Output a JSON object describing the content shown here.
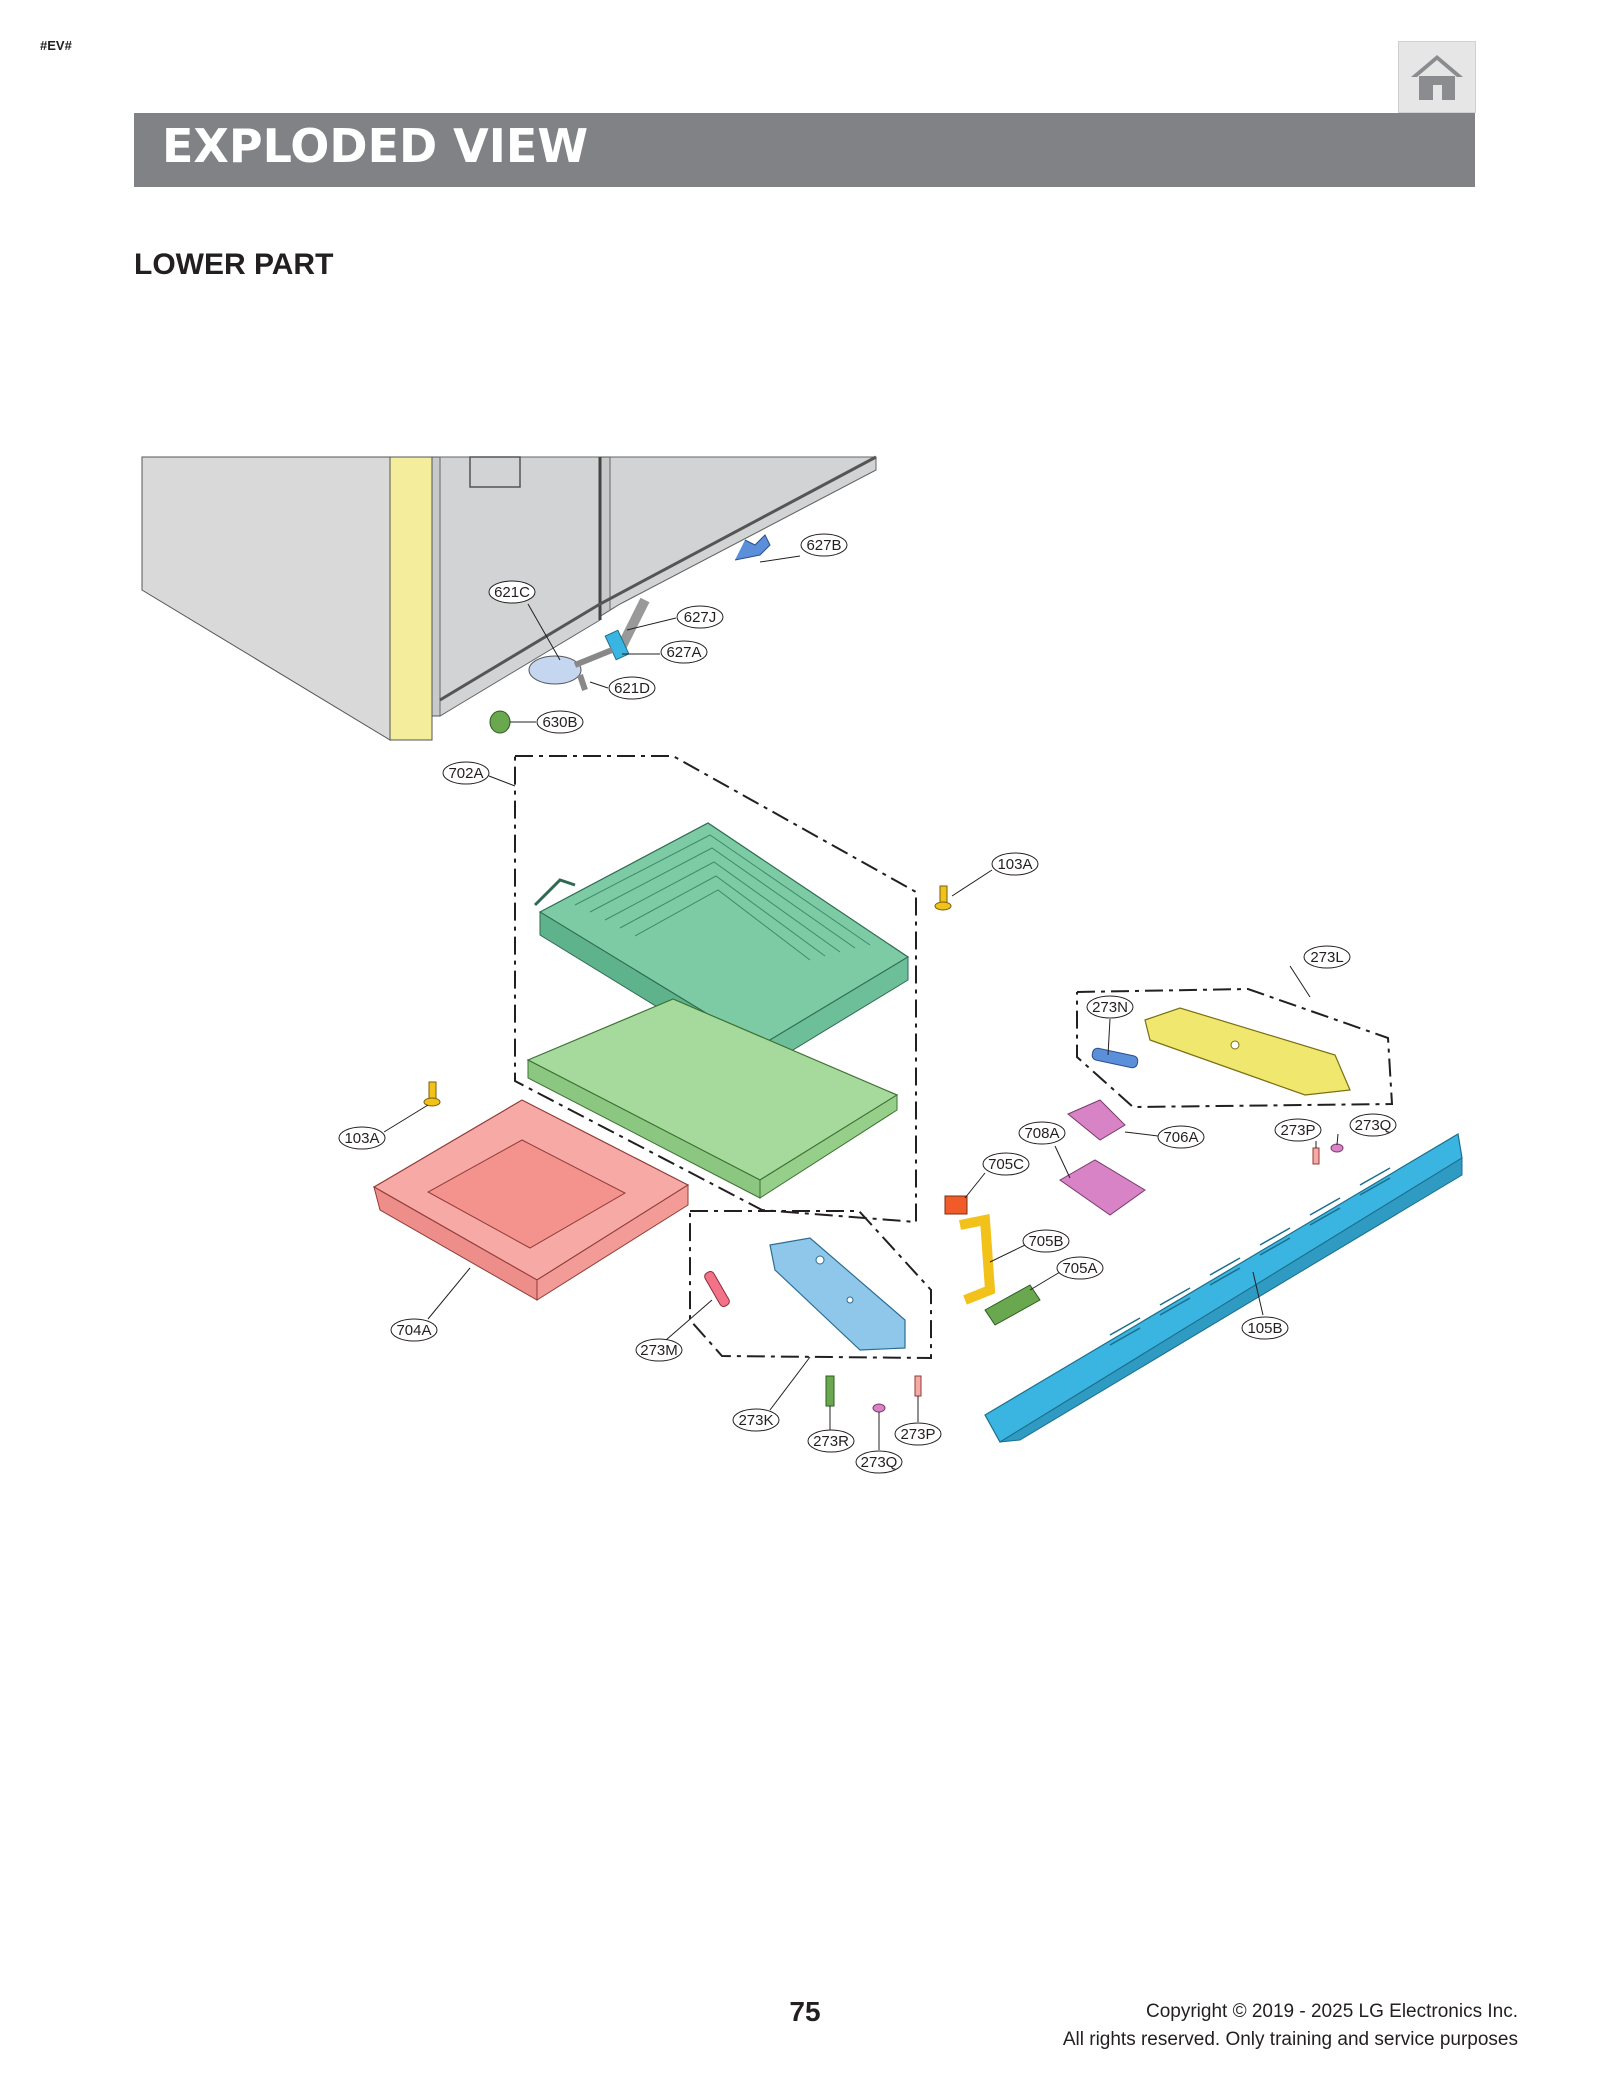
{
  "header": {
    "tag": "#EV#",
    "title": "EXPLODED VIEW",
    "home_icon": "home-icon"
  },
  "section": {
    "title": "LOWER PART"
  },
  "part_labels": {
    "p627B": "627B",
    "p621C": "621C",
    "p627J": "627J",
    "p627A": "627A",
    "p621D": "621D",
    "p630B": "630B",
    "p702A": "702A",
    "p103A_top": "103A",
    "p273L": "273L",
    "p273N": "273N",
    "p103A_left": "103A",
    "p708A": "708A",
    "p706A": "706A",
    "p273P_right": "273P",
    "p273Q_right": "273Q",
    "p705C": "705C",
    "p705B": "705B",
    "p705A": "705A",
    "p704A": "704A",
    "p105B": "105B",
    "p273M": "273M",
    "p273K": "273K",
    "p273R": "273R",
    "p273P_bottom": "273P",
    "p273Q_bottom": "273Q"
  },
  "colors": {
    "banner": "#808285",
    "cabinet": "#d9d9da",
    "yellow_panel": "#f3ed9c",
    "evaporator": "#7ccba5",
    "evaporator_base": "#a6d99c",
    "drain_pan": "#f7a9a6",
    "hinge_left": "#8fc7ea",
    "hinge_right": "#f0e86e",
    "grille": "#3ab4e0",
    "purple_part": "#d783c6",
    "orange_part": "#f15a29",
    "gold_part": "#f2c21b",
    "olive_part": "#6aa84f"
  },
  "footer": {
    "page_number": "75",
    "copyright_line1": "Copyright © 2019 - 2025 LG Electronics Inc.",
    "copyright_line2": "All rights reserved. Only training and service purposes"
  }
}
